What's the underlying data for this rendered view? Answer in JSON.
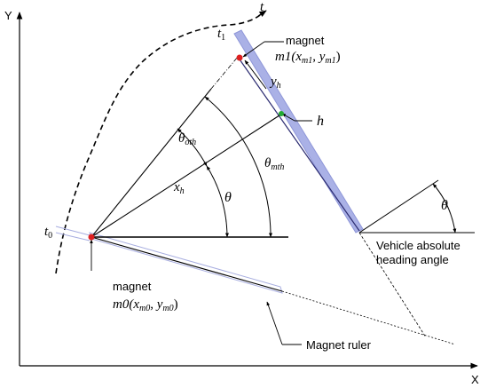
{
  "axes": {
    "y_label": "Y",
    "x_label": "X"
  },
  "trajectory": {
    "label": "t",
    "t1": "t",
    "t1_sub": "1",
    "t0": "t",
    "t0_sub": "0"
  },
  "magnet1": {
    "word": "magnet",
    "prefix": "m1(",
    "x": "x",
    "x_sub": "m1",
    "sep": ", ",
    "y": "y",
    "y_sub": "m1",
    "suffix": ")"
  },
  "magnet0": {
    "word": "magnet",
    "prefix": "m0(",
    "x": "x",
    "x_sub": "m0",
    "sep": ", ",
    "y": "y",
    "y_sub": "m0",
    "suffix": ")"
  },
  "symbols": {
    "yh": "y",
    "yh_sub": "h",
    "xh": "x",
    "xh_sub": "h",
    "h": "h",
    "theta": "θ",
    "theta_oth": "θ",
    "theta_oth_sub": "oth",
    "theta_mth": "θ",
    "theta_mth_sub": "mth",
    "theta_right": "θ"
  },
  "labels": {
    "heading_line1": "Vehicle absolute",
    "heading_line2": "heading angle",
    "ruler": "Magnet ruler"
  },
  "colors": {
    "ruler_fill": "#aab1e6",
    "magnet_dot": "#dd2020",
    "center_dot": "#22aa33"
  }
}
